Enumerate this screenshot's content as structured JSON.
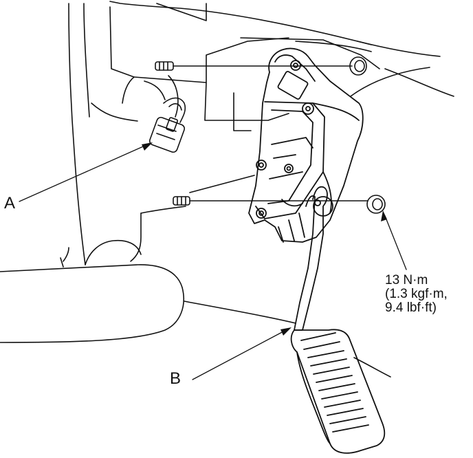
{
  "callouts": {
    "a": "A",
    "b": "B"
  },
  "torque_spec": {
    "line1": "13 N·m",
    "line2": "(1.3 kgf·m,",
    "line3": "9.4 lbf·ft)"
  },
  "colors": {
    "ink": "#111111",
    "paper": "#ffffff"
  }
}
